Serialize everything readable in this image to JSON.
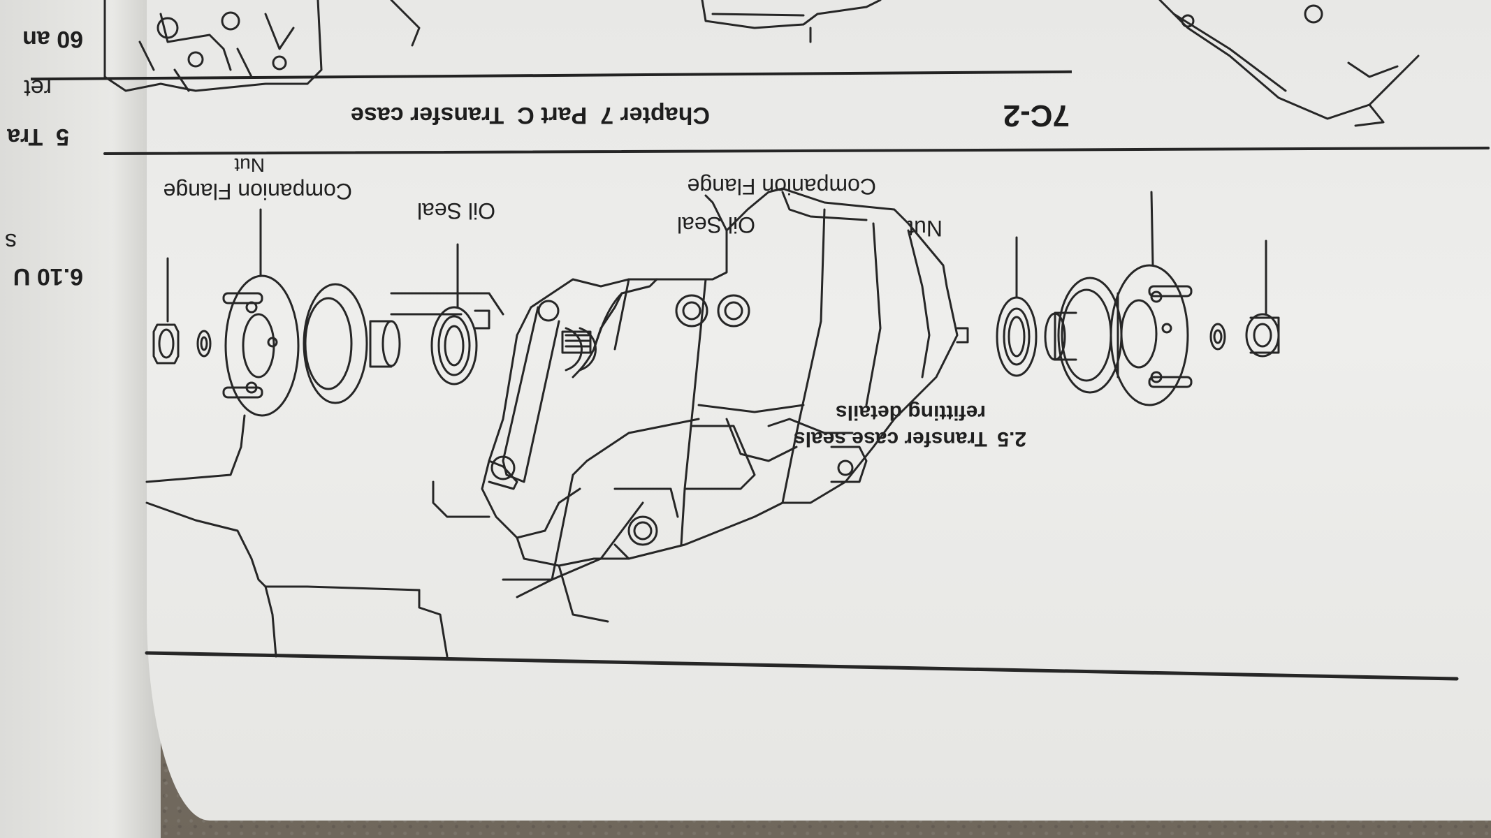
{
  "page": {
    "code": "7C-2",
    "chapter_title": "Chapter 7  Part C  Transfer case"
  },
  "figure": {
    "number": "2.5",
    "caption_line1": "Transfer case seals",
    "caption_line2": "refitting details",
    "labels": {
      "nut_left": "Nut",
      "oil_seal_left": "Oil Seal",
      "companion_flange_left": "Companion Flange",
      "oil_seal_right": "Oil Seal",
      "nut_right": "Nut",
      "companion_flange_right": "Companion Flange"
    }
  },
  "adjacent_page": {
    "fragment_1": "60 an",
    "fragment_2": "ret",
    "fragment_3": "5  Tra",
    "fragment_4": "6.10 U",
    "fragment_5": "s"
  },
  "colors": {
    "ink": "#1f1f1f",
    "paper": "#ebebe9",
    "background": "#7d7468"
  }
}
